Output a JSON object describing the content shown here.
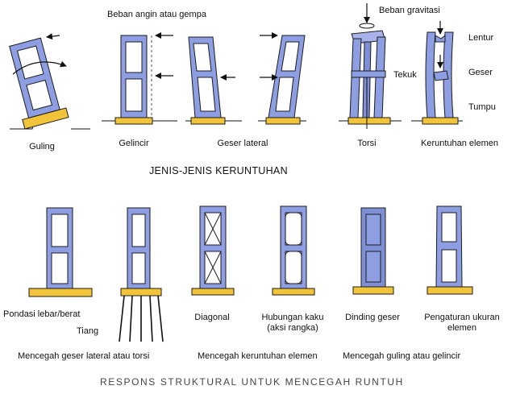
{
  "colors": {
    "frame": "#8e9ee2",
    "frame_stroke": "#1c1c1c",
    "foundation": "#f2c43a",
    "arrow": "#111111"
  },
  "top": {
    "annotation_wind": "Beban angin atau gempa",
    "annotation_gravity": "Beban gravitasi",
    "label_lentur": "Lentur",
    "label_geser": "Geser",
    "label_tumpu": "Tumpu",
    "label_tekuk": "Tekuk",
    "items": [
      "Guling",
      "Gelincir",
      "Geser lateral",
      "Torsi",
      "Keruntuhan elemen"
    ],
    "title": "JENIS-JENIS KERUNTUHAN"
  },
  "bottom": {
    "labels": {
      "pondasi": "Pondasi lebar/berat",
      "tiang": "Tiang",
      "diagonal": "Diagonal",
      "hubungan": "Hubungan kaku",
      "hubungan_sub": "(aksi rangka)",
      "dinding": "Dinding geser",
      "pengaturan": "Pengaturan ukuran",
      "pengaturan_sub": "elemen"
    },
    "groups": [
      "Mencegah geser lateral atau torsi",
      "Mencegah keruntuhan elemen",
      "Mencegah guling atau gelincir"
    ],
    "title": "RESPONS STRUKTURAL UNTUK MENCEGAH RUNTUH"
  }
}
